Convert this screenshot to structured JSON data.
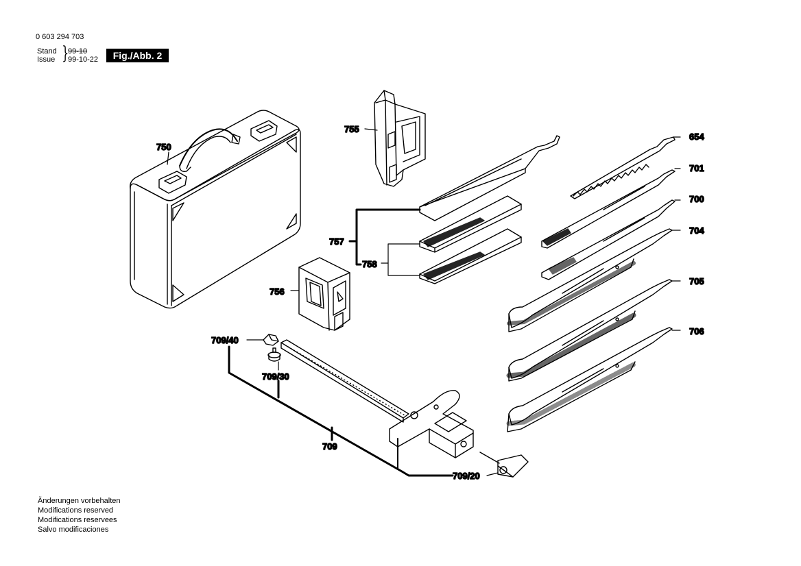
{
  "header": {
    "doc_number": "0 603 294 703",
    "stand_label": "Stand",
    "issue_label": "Issue",
    "stand_date": "99-10",
    "issue_date": "99-10-22",
    "figure_label": "Fig./Abb. 2"
  },
  "parts": {
    "p750": "750",
    "p755": "755",
    "p756": "756",
    "p757": "757",
    "p758": "758",
    "p654": "654",
    "p701": "701",
    "p700": "700",
    "p704": "704",
    "p705": "705",
    "p706": "706",
    "p709_40": "709/40",
    "p709_30": "709/30",
    "p709": "709",
    "p709_20": "709/20"
  },
  "footer": {
    "line1": "Änderungen vorbehalten",
    "line2": "Modifications reserved",
    "line3": "Modifications reservees",
    "line4": "Salvo modificaciones"
  }
}
